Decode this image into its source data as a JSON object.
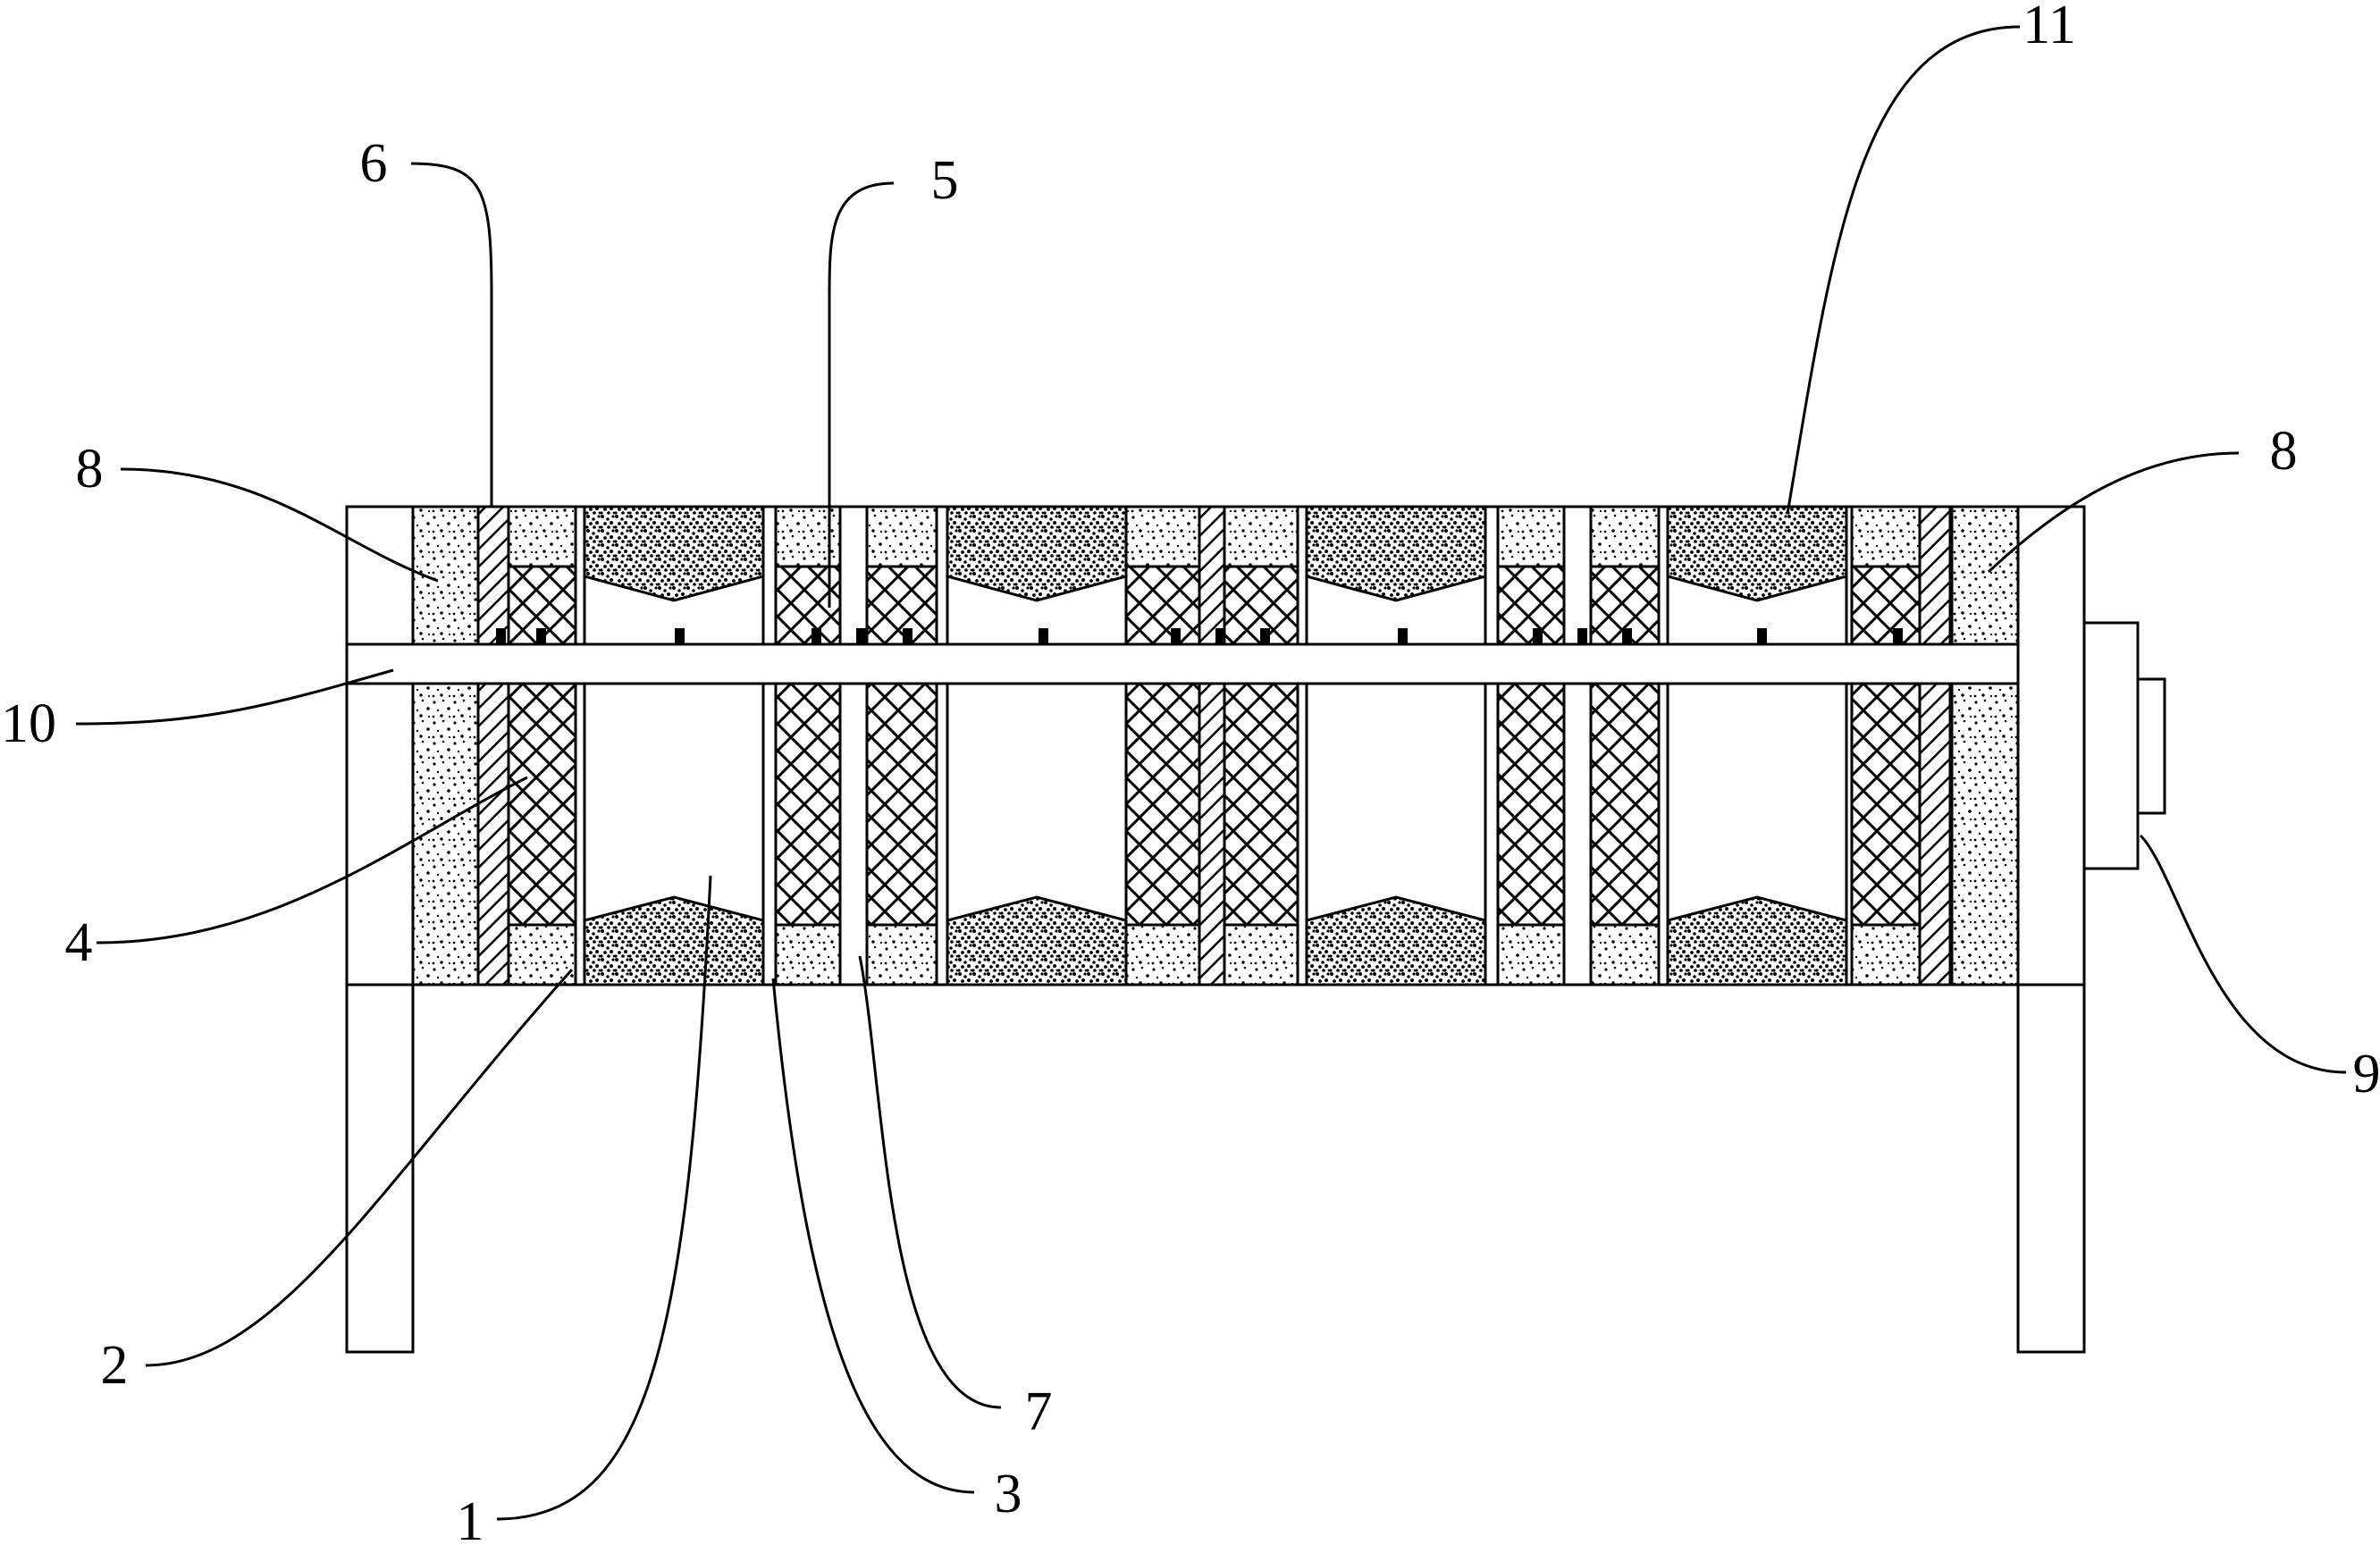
{
  "diagram": {
    "labels": [
      {
        "id": "label-1",
        "text": "1"
      },
      {
        "id": "label-2",
        "text": "2"
      },
      {
        "id": "label-3",
        "text": "3"
      },
      {
        "id": "label-4",
        "text": "4"
      },
      {
        "id": "label-5",
        "text": "5"
      },
      {
        "id": "label-6",
        "text": "6"
      },
      {
        "id": "label-7",
        "text": "7"
      },
      {
        "id": "label-8a",
        "text": "8"
      },
      {
        "id": "label-8b",
        "text": "8"
      },
      {
        "id": "label-9",
        "text": "9"
      },
      {
        "id": "label-10",
        "text": "10"
      },
      {
        "id": "label-11",
        "text": "11"
      }
    ],
    "colors": {
      "line": "#000000",
      "background": "#ffffff"
    }
  }
}
